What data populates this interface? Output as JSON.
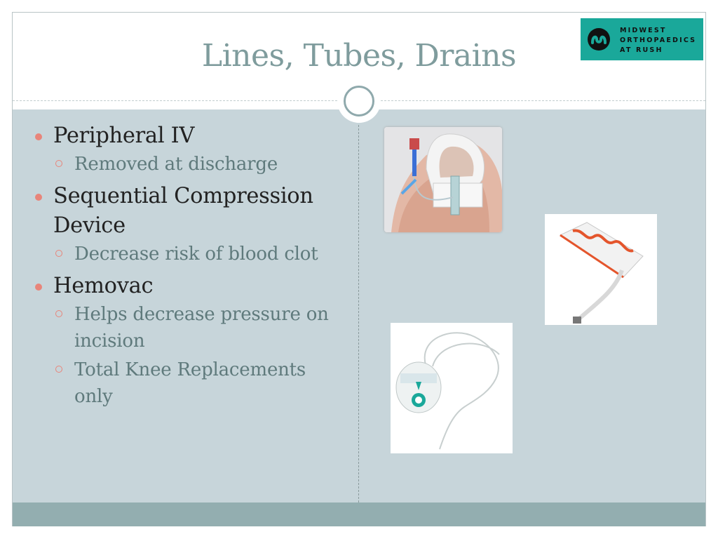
{
  "slide": {
    "title": "Lines, Tubes, Drains"
  },
  "logo": {
    "lines": [
      "MIDWEST",
      "ORTHOPAEDICS",
      "AT RUSH"
    ]
  },
  "bullets": [
    {
      "text": "Peripheral IV",
      "subs": [
        "Removed at discharge"
      ]
    },
    {
      "text": "Sequential Compression Device",
      "subs": [
        "Decrease risk of blood clot"
      ]
    },
    {
      "text": "Hemovac",
      "subs": [
        "Helps decrease pressure on incision",
        "Total Knee Replacements only"
      ]
    }
  ],
  "images": [
    {
      "name": "peripheral-iv-photo"
    },
    {
      "name": "compression-sleeve-photo"
    },
    {
      "name": "hemovac-drain-photo"
    }
  ],
  "colors": {
    "title": "#7f9c9d",
    "content_bg": "#c7d5da",
    "footer_bar": "#93aeb0",
    "logo_bg": "#1aa89a",
    "bullet_accent": "#e8857a",
    "sub_text": "#5f7a7c"
  }
}
